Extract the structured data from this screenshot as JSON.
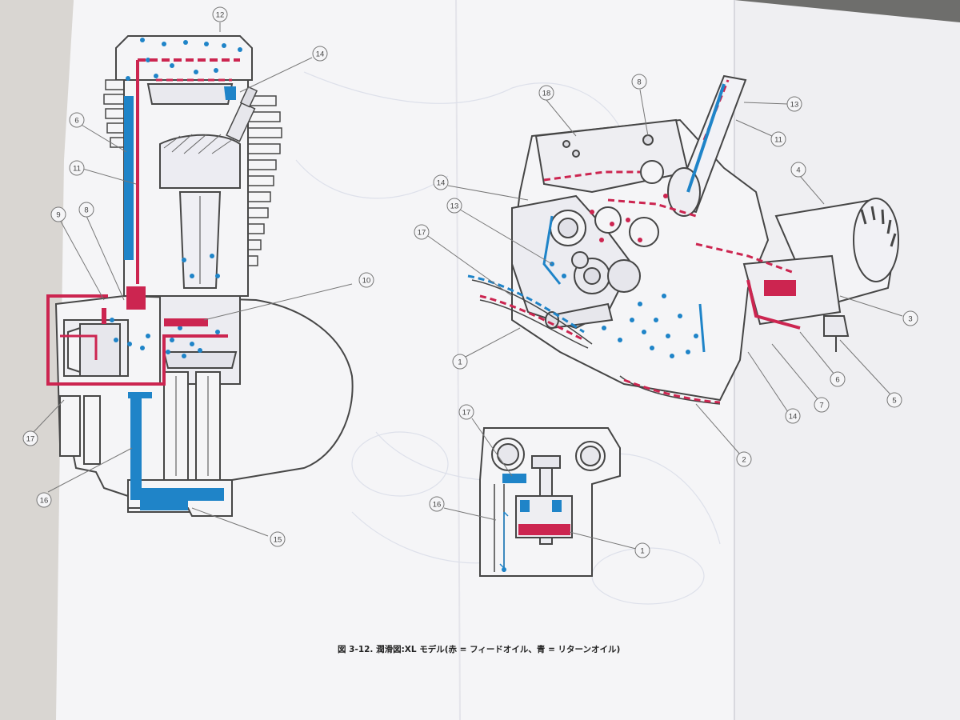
{
  "caption": "図 3-12. 潤滑図:XL モデル(赤 = フィードオイル、青 = リターンオイル)",
  "colors": {
    "feed_oil": "#cc2550",
    "return_oil": "#1f84c8",
    "line": "#4a4a4a",
    "paper": "#f4f4f6"
  },
  "left_diagram": {
    "callouts": [
      "12",
      "14",
      "6",
      "11",
      "9",
      "8",
      "10",
      "16",
      "15",
      "17"
    ]
  },
  "right_diagram": {
    "callouts": [
      "18",
      "8",
      "13",
      "11",
      "4",
      "14",
      "13",
      "17",
      "3",
      "1",
      "6",
      "5",
      "7",
      "14",
      "2"
    ]
  },
  "inset_diagram": {
    "callouts": [
      "17",
      "16",
      "1"
    ]
  }
}
